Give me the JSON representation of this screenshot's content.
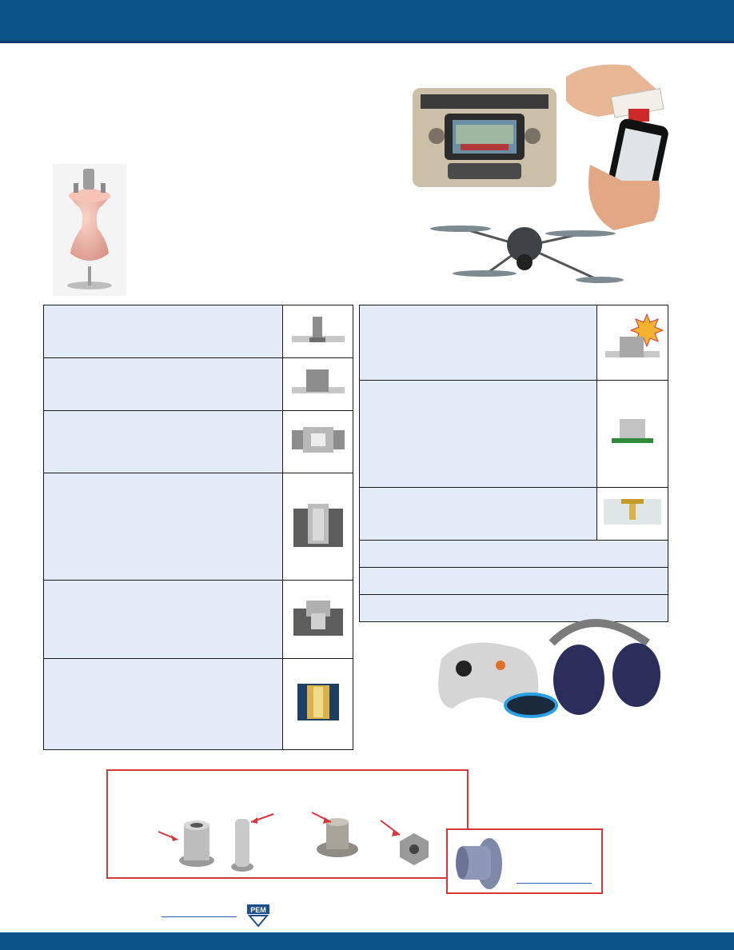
{
  "page": {
    "header_color": "#0a5287",
    "border_color": "#d9363a",
    "cell_color": "#e2ebf6",
    "logo_text": "PEM"
  },
  "images": {
    "pushpin": "pushpin-fastener-icon",
    "car_display": "car-display-photo",
    "phone_card": "phone-card-reader-photo",
    "drone": "quadcopter-drone-photo",
    "gadgets": "controller-headphones-wristband-photo"
  },
  "left_table": [
    {
      "icon": "standoff-pin-icon"
    },
    {
      "icon": "flush-stud-icon"
    },
    {
      "icon": "panel-nut-icon"
    },
    {
      "icon": "threaded-insert-icon"
    },
    {
      "icon": "self-clinching-nut-icon"
    },
    {
      "icon": "knurled-brass-insert-icon"
    }
  ],
  "right_table": [
    {
      "icon": "weld-flash-fastener-icon"
    },
    {
      "icon": "pcb-nut-icon"
    },
    {
      "icon": "screw-insert-icon"
    }
  ],
  "bottom_samples": [
    "threaded-rivet-nut-icon",
    "blind-rivet-stud-icon",
    "flanged-cap-icon",
    "hex-nut-icon",
    "blue-cap-fastener-icon"
  ]
}
